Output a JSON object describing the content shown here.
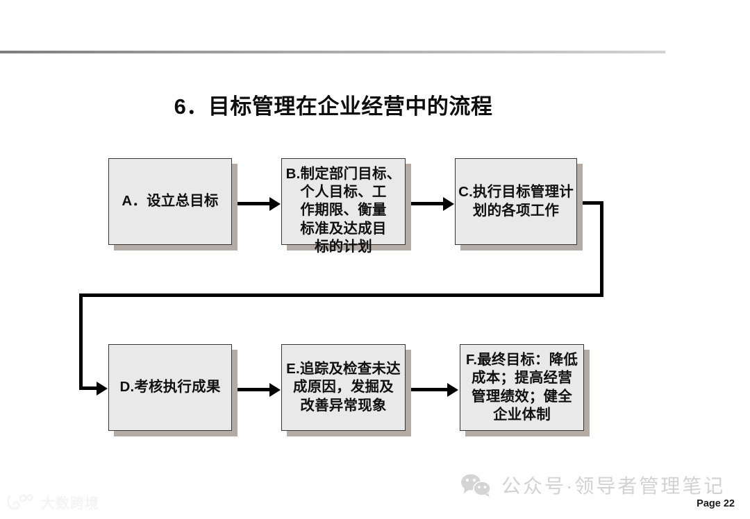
{
  "slide": {
    "title": "6．目标管理在企业经营中的流程",
    "page_number": "Page 22",
    "background_color": "#ffffff"
  },
  "theme": {
    "node_fill": "#e9e9e9",
    "node_border": "#333333",
    "node_shadow": "#b4aba5",
    "connector_color": "#000000",
    "title_color": "#0d0d0d",
    "rule_gradient_start": "#7d7d7d",
    "rule_gradient_end": "#d3d3d3"
  },
  "diagram_data": {
    "type": "flowchart",
    "orientation": "left-to-right, two rows with feedback loop",
    "nodes": [
      {
        "id": "A",
        "label": "A．设立总目标",
        "row": 1,
        "order": 1
      },
      {
        "id": "B",
        "label": "B.制定部门目标、\n个人目标、工\n作期限、衡量\n标准及达成目\n标的计划",
        "row": 1,
        "order": 2
      },
      {
        "id": "C",
        "label": "C.执行目标管理计\n划的各项工作",
        "row": 1,
        "order": 3
      },
      {
        "id": "D",
        "label": "D.考核执行成果",
        "row": 2,
        "order": 1
      },
      {
        "id": "E",
        "label": "E.追踪及检查未达\n成原因，发掘及\n改善异常现象",
        "row": 2,
        "order": 2
      },
      {
        "id": "F",
        "label": "F.最终目标：降低\n成本；提高经营\n管理绩效；健全\n企业体制",
        "row": 2,
        "order": 3
      }
    ],
    "edges": [
      {
        "from": "A",
        "to": "B",
        "style": "straight-arrow"
      },
      {
        "from": "B",
        "to": "C",
        "style": "straight-arrow"
      },
      {
        "from": "C",
        "to": "D",
        "style": "orthogonal-wrap-arrow"
      },
      {
        "from": "D",
        "to": "E",
        "style": "straight-arrow"
      },
      {
        "from": "E",
        "to": "F",
        "style": "straight-arrow"
      }
    ]
  },
  "footer": {
    "brand_text": "公众号·领导者管理笔记",
    "brand_icon": "wechat-icon"
  },
  "watermark": {
    "text": "大数跨境",
    "icon": "dashu-logo-icon"
  }
}
